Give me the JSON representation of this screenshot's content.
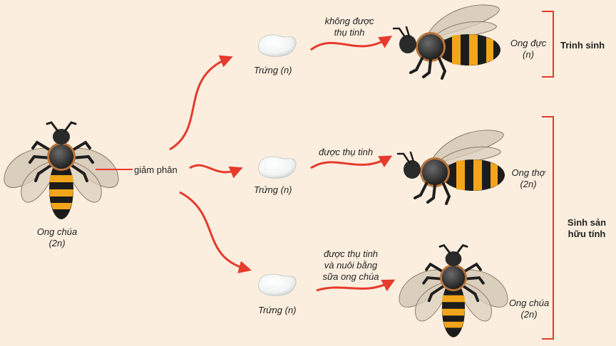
{
  "colors": {
    "background": "#fbeede",
    "arrow": "#e53a2c",
    "bracket": "#e53a2c",
    "egg": "#f4f6f5"
  },
  "queen_left": {
    "name": "Ong chúa",
    "ploidy": "(2n)"
  },
  "meiosis_label": "giảm phân",
  "eggs": [
    {
      "label": "Trứng (n)"
    },
    {
      "label": "Trứng (n)"
    },
    {
      "label": "Trứng (n)"
    }
  ],
  "paths": [
    {
      "condition_line1": "không được",
      "condition_line2": "thụ tinh"
    },
    {
      "condition_line1": "được thụ tinh"
    },
    {
      "condition_line1": "được thụ tinh",
      "condition_line2": "và nuôi bằng",
      "condition_line3": "sữa ong chúa"
    }
  ],
  "results": [
    {
      "name": "Ong đực",
      "ploidy": "(n)"
    },
    {
      "name": "Ong thợ",
      "ploidy": "(2n)"
    },
    {
      "name": "Ong chúa",
      "ploidy": "(2n)"
    }
  ],
  "brackets": [
    {
      "label": "Trinh sinh"
    },
    {
      "label_line1": "Sinh sản",
      "label_line2": "hữu tính"
    }
  ],
  "icons": [
    "queen-bee-icon",
    "drone-bee-icon",
    "worker-bee-icon",
    "egg-icon"
  ]
}
